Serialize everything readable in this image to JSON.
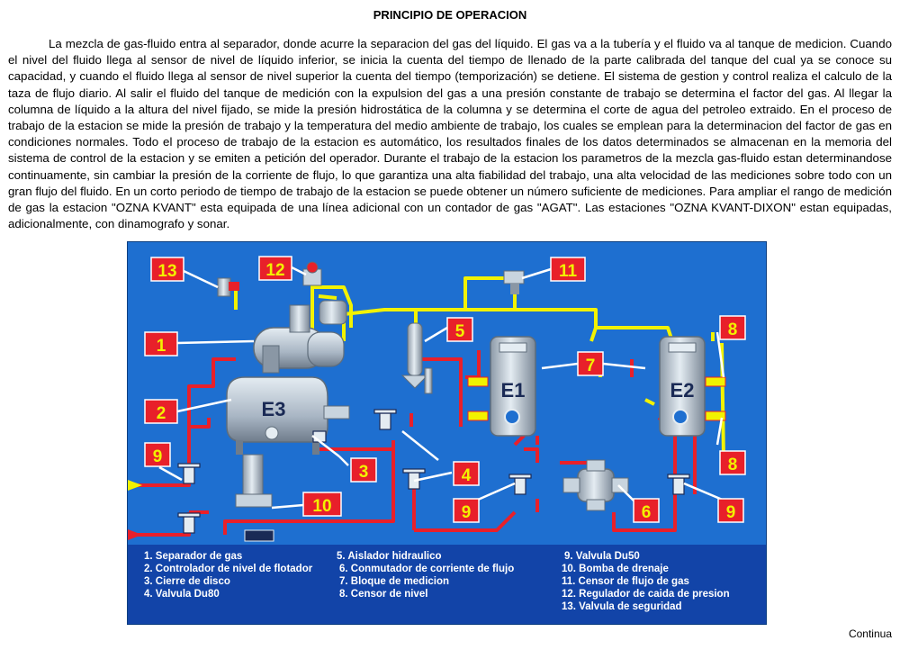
{
  "page": {
    "title": "PRINCIPIO DE OPERACION",
    "paragraph": "La mezcla de gas-fluido entra al separador, donde acurre la separacion del gas del líquido. El gas va a la tubería y el fluido va al tanque de medicion. Cuando el nivel del fluido llega al sensor de nivel de líquido inferior, se inicia la cuenta del tiempo de llenado de la parte calibrada del tanque del cual ya se conoce su capacidad, y cuando el fluido llega al sensor de nivel superior la cuenta del tiempo (temporización) se detiene. El sistema de gestion y control realiza el calculo de la taza de flujo diario. Al salir el fluido del tanque de medición con la expulsion del gas a una presión constante de trabajo se determina el factor del gas. Al llegar la columna de líquido a la altura del nivel fijado, se mide la presión hidrostática de la columna y se determina el corte de agua del petroleo extraido. En el proceso de trabajo de la estacion se mide la presión de trabajo y la temperatura del medio ambiente de trabajo, los cuales se emplean para la determinacion del factor de gas en condiciones normales. Todo el proceso de trabajo de la estacion es automático, los resultados finales de los datos determinados se almacenan en la memoria del sistema de control de la estacion y se emiten a petición del operador. Durante el trabajo de la estacion los parametros de la mezcla gas-fluido estan determinandose continuamente, sin cambiar la presión de la corriente de flujo, lo que garantiza una alta fiabilidad del trabajo, una alta velocidad de las mediciones sobre todo con un gran flujo del fluido. En un corto periodo de tiempo de trabajo de la estacion se puede obtener un número suficiente de mediciones. Para ampliar el rango de medición de gas la estacion \"OZNA KVANT\" esta equipada de una línea adicional con un contador de gas \"AGAT\". Las estaciones \"OZNA KVANT-DIXON\" estan equipadas, adicionalmente, con dinamografo y sonar.",
    "continue_link": "Continua"
  },
  "diagram": {
    "vessel_labels": {
      "e3": "E3",
      "e1": "E1",
      "e2": "E2"
    },
    "callouts": {
      "c13": "13",
      "c12": "12",
      "c11": "11",
      "c1": "1",
      "c2": "2",
      "c5": "5",
      "c7": "7",
      "c8a": "8",
      "c8b": "8",
      "c9a": "9",
      "c3": "3",
      "c4": "4",
      "c10": "10",
      "c9b": "9",
      "c6": "6",
      "c9c": "9"
    },
    "legend": {
      "col1": [
        "1. Separador de gas",
        "2. Controlador de nivel de flotador",
        "3. Cierre de disco",
        "4. Valvula Du80"
      ],
      "col2": [
        "5. Aislador hidraulico",
        "6. Conmutador de corriente de flujo",
        "7. Bloque de medicion",
        "8. Censor de nivel"
      ],
      "col3": [
        "9. Valvula Du50",
        "10. Bomba de drenaje",
        "11. Censor de flujo de gas",
        "12. Regulador de caida de presion",
        "13. Valvula de seguridad"
      ]
    },
    "colors": {
      "background": "#1e6fd0",
      "legend_panel": "#1244a8",
      "gas_line": "#f2f200",
      "fluid_line": "#e8202a",
      "callout_box": "#e8202a",
      "callout_text": "#f2f200",
      "equipment": "#c8d4de"
    }
  }
}
